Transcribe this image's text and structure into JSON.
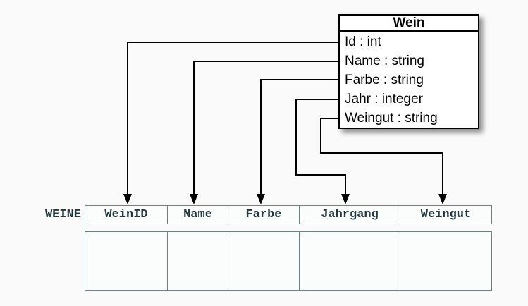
{
  "background_color": "#fafafa",
  "colors": {
    "connector_line": "#000000",
    "class_box_border": "#000000",
    "class_box_fill": "#ffffff",
    "table_border": "#6e7f80",
    "table_text": "#25383f"
  },
  "class_box": {
    "title": "Wein",
    "attributes": [
      "Id : int",
      "Name : string",
      "Farbe : string",
      "Jahr : integer",
      "Weingut : string"
    ]
  },
  "table": {
    "name": "WEINE",
    "columns": [
      "WeinID",
      "Name",
      "Farbe",
      "Jahrgang",
      "Weingut"
    ],
    "empty_body_row": true
  },
  "mappings": [
    {
      "from": "Id",
      "to": "WeinID"
    },
    {
      "from": "Name",
      "to": "Name"
    },
    {
      "from": "Farbe",
      "to": "Farbe"
    },
    {
      "from": "Jahr",
      "to": "Jahrgang"
    },
    {
      "from": "Weingut",
      "to": "Weingut"
    }
  ]
}
